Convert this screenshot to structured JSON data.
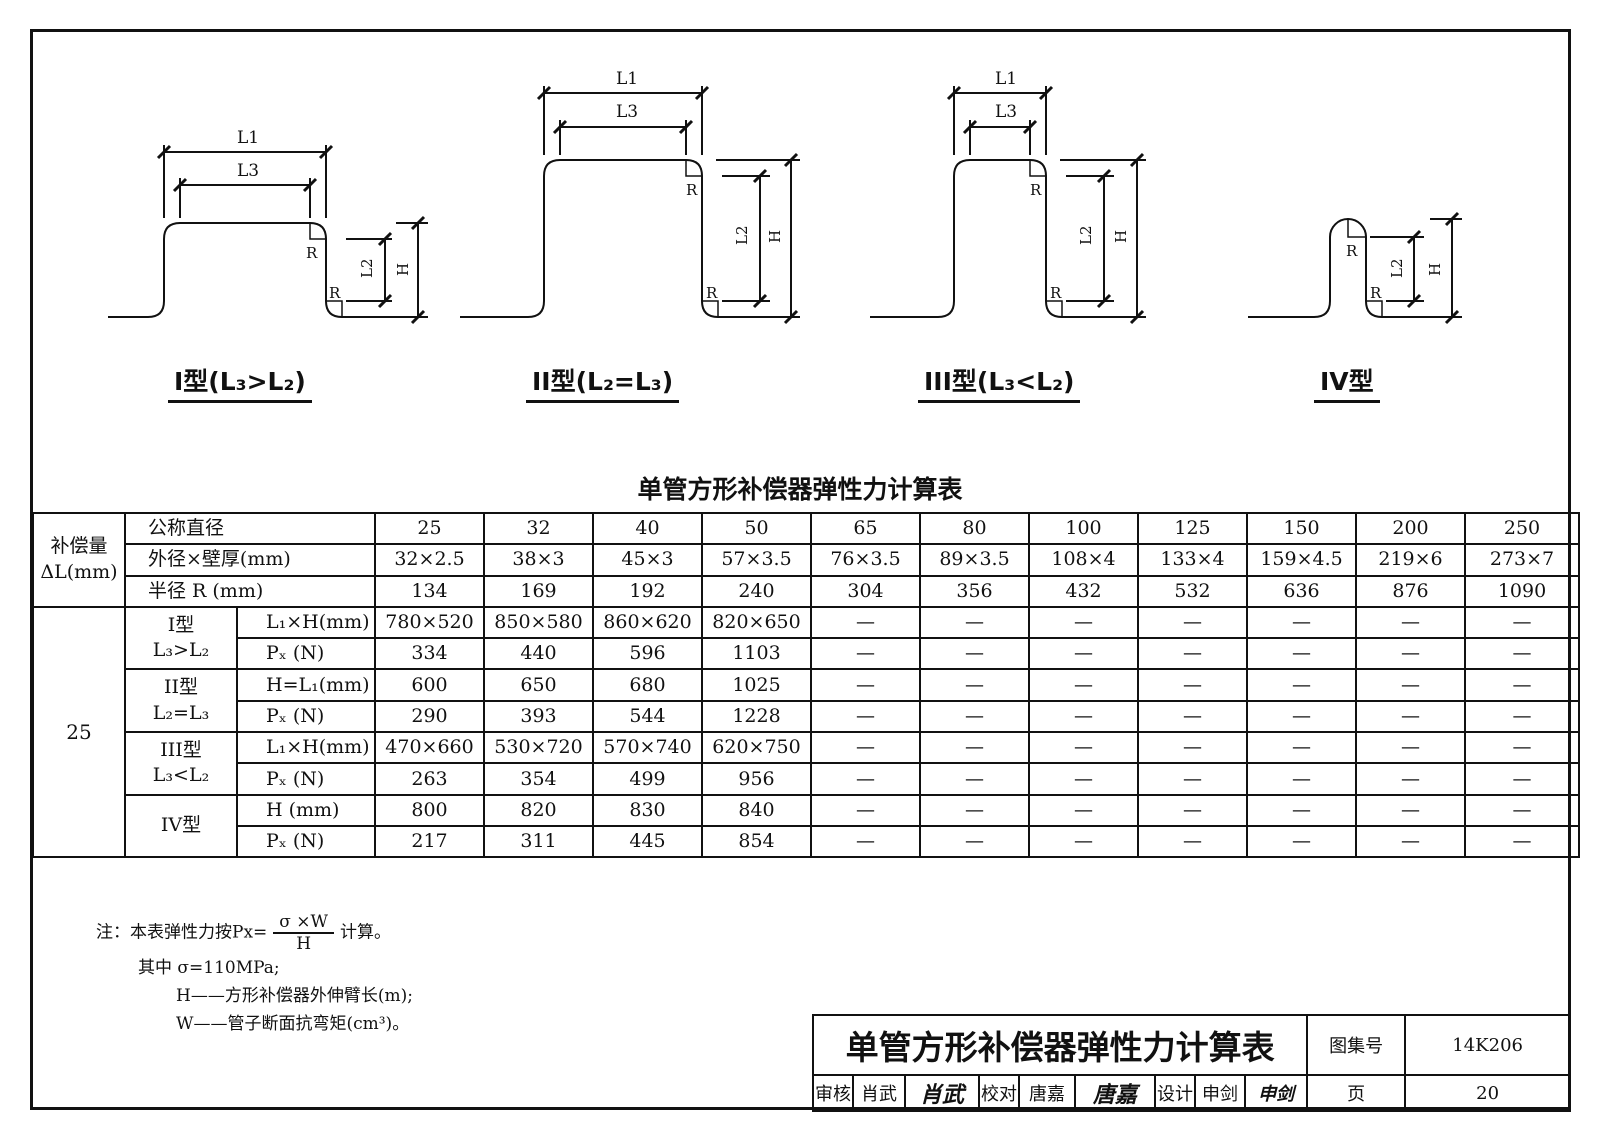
{
  "figures": [
    {
      "caption": "I型(L₃>L₂)"
    },
    {
      "caption": "II型(L₂=L₃)"
    },
    {
      "caption": "III型(L₃<L₂)"
    },
    {
      "caption": "IV型"
    }
  ],
  "dimension_labels": {
    "L1": "L1",
    "L3": "L3",
    "L2": "L2",
    "H": "H",
    "R": "R"
  },
  "table": {
    "title": "单管方形补偿器弹性力计算表",
    "comp_label": "补偿量 ΔL(mm)",
    "header_rows": [
      {
        "label": "公称直径",
        "values": [
          "25",
          "32",
          "40",
          "50",
          "65",
          "80",
          "100",
          "125",
          "150",
          "200",
          "250"
        ]
      },
      {
        "label": "外径×壁厚(mm)",
        "values": [
          "32×2.5",
          "38×3",
          "45×3",
          "57×3.5",
          "76×3.5",
          "89×3.5",
          "108×4",
          "133×4",
          "159×4.5",
          "219×6",
          "273×7"
        ]
      },
      {
        "label": "半径 R     (mm)",
        "values": [
          "134",
          "169",
          "192",
          "240",
          "304",
          "356",
          "432",
          "532",
          "636",
          "876",
          "1090"
        ]
      }
    ],
    "comp_value": "25",
    "types": [
      {
        "name": "I型",
        "cond": "L₃>L₂",
        "rows": [
          {
            "param": "L₁×H(mm)",
            "values": [
              "780×520",
              "850×580",
              "860×620",
              "820×650",
              "—",
              "—",
              "—",
              "—",
              "—",
              "—",
              "—"
            ]
          },
          {
            "param": "Pₓ  (N)",
            "values": [
              "334",
              "440",
              "596",
              "1103",
              "—",
              "—",
              "—",
              "—",
              "—",
              "—",
              "—"
            ]
          }
        ]
      },
      {
        "name": "II型",
        "cond": "L₂=L₃",
        "rows": [
          {
            "param": "H=L₁(mm)",
            "values": [
              "600",
              "650",
              "680",
              "1025",
              "—",
              "—",
              "—",
              "—",
              "—",
              "—",
              "—"
            ]
          },
          {
            "param": "Pₓ  (N)",
            "values": [
              "290",
              "393",
              "544",
              "1228",
              "—",
              "—",
              "—",
              "—",
              "—",
              "—",
              "—"
            ]
          }
        ]
      },
      {
        "name": "III型",
        "cond": "L₃<L₂",
        "rows": [
          {
            "param": "L₁×H(mm)",
            "values": [
              "470×660",
              "530×720",
              "570×740",
              "620×750",
              "—",
              "—",
              "—",
              "—",
              "—",
              "—",
              "—"
            ]
          },
          {
            "param": "Pₓ  (N)",
            "values": [
              "263",
              "354",
              "499",
              "956",
              "—",
              "—",
              "—",
              "—",
              "—",
              "—",
              "—"
            ]
          }
        ]
      },
      {
        "name": "IV型",
        "cond": "",
        "rows": [
          {
            "param": "H  (mm)",
            "values": [
              "800",
              "820",
              "830",
              "840",
              "—",
              "—",
              "—",
              "—",
              "—",
              "—",
              "—"
            ]
          },
          {
            "param": "Pₓ  (N)",
            "values": [
              "217",
              "311",
              "445",
              "854",
              "—",
              "—",
              "—",
              "—",
              "—",
              "—",
              "—"
            ]
          }
        ]
      }
    ]
  },
  "notes": {
    "lead": "注：本表弹性力按Px=",
    "frac_num": "σ ×W",
    "frac_den": "H",
    "tail": "计算。",
    "line2": "其中 σ=110MPa;",
    "line3": "H——方形补偿器外伸臂长(m);",
    "line4": "W——管子断面抗弯矩(cm³)。"
  },
  "title_block": {
    "title": "单管方形补偿器弹性力计算表",
    "atlas_label": "图集号",
    "atlas_no": "14K206",
    "review_label": "审核",
    "review_name": "肖武",
    "review_sig": "肖武",
    "check_label": "校对",
    "check_name": "唐嘉",
    "check_sig": "唐嘉",
    "design_label": "设计",
    "design_name": "申剑",
    "design_sig": "申剑",
    "page_label": "页",
    "page_no": "20"
  }
}
